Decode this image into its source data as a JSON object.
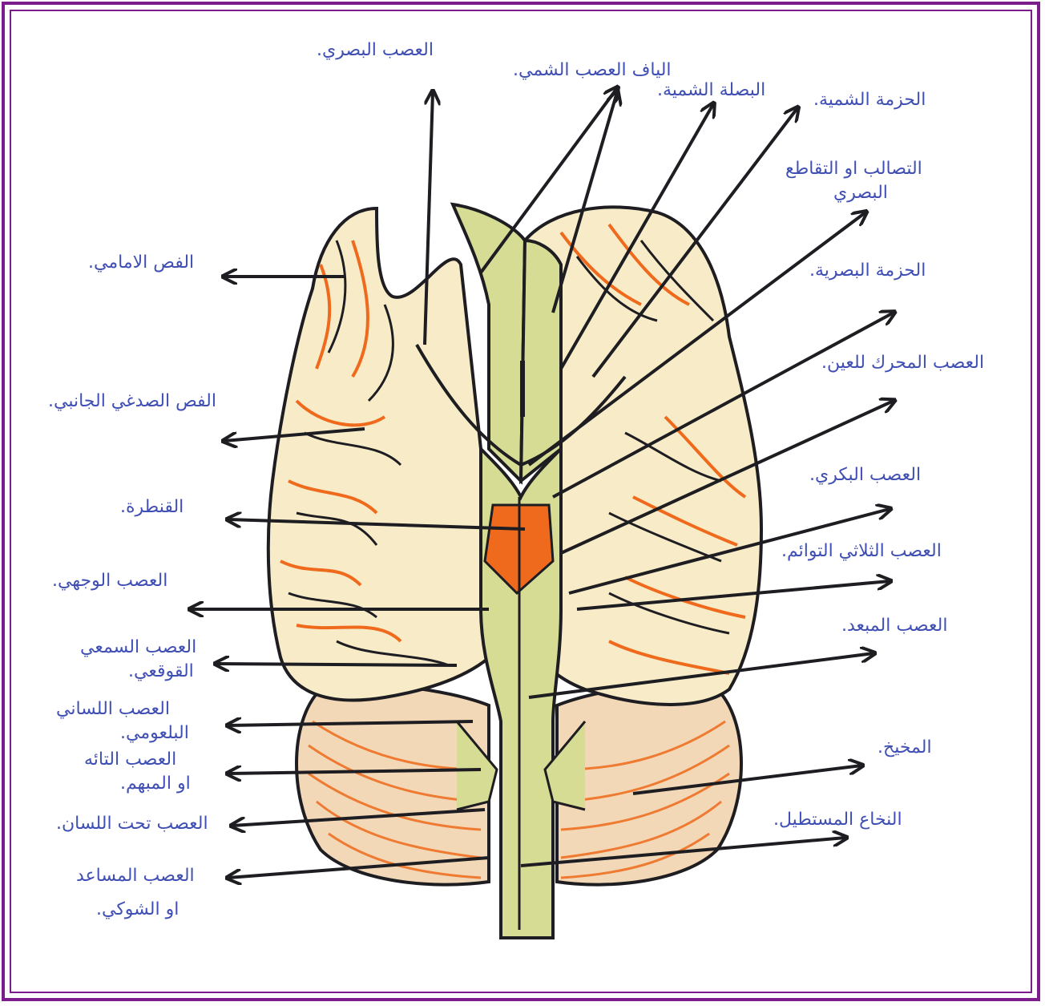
{
  "colors": {
    "frame": "#7b1d8a",
    "outline": "#1d1d22",
    "orange": "#ef6a1c",
    "cream": "#f8ecc8",
    "green": "#d6dc94",
    "label_ink": "#3f4fb3"
  },
  "labels": {
    "optic_nerve": "العصب البصري.",
    "olfactory_fibers": "الياف العصب الشمي.",
    "olfactory_bulb": "البصلة الشمية.",
    "olfactory_tract": "الحزمة الشمية.",
    "optic_chiasma_line1": "التصالب او التقاطع",
    "optic_chiasma_line2": "البصري",
    "optic_tract": "الحزمة البصرية.",
    "oculomotor_nerve": "العصب المحرك للعين.",
    "trochlear_nerve": "العصب البكري.",
    "trigeminal_nerve": "العصب الثلاثي التوائم.",
    "abducens_nerve": "العصب المبعد.",
    "cerebellum": "المخيخ.",
    "medulla_oblongata": "النخاع المستطيل.",
    "frontal_lobe": "الفص الامامي.",
    "temporal_lobe": "الفص الصدغي الجانبي.",
    "pons": "القنطرة.",
    "facial_nerve": "العصب الوجهي.",
    "vestibulocochlear_line1": "العصب السمعي",
    "vestibulocochlear_line2": "القوقعي.",
    "glossopharyngeal_line1": "العصب اللساني",
    "glossopharyngeal_line2": "البلعومي.",
    "vagus_line1": "العصب التائه",
    "vagus_line2": "او المبهم.",
    "hypoglossal": "العصب تحت اللسان.",
    "accessory_line1": "العصب المساعد",
    "accessory_line2": "او الشوكي."
  }
}
